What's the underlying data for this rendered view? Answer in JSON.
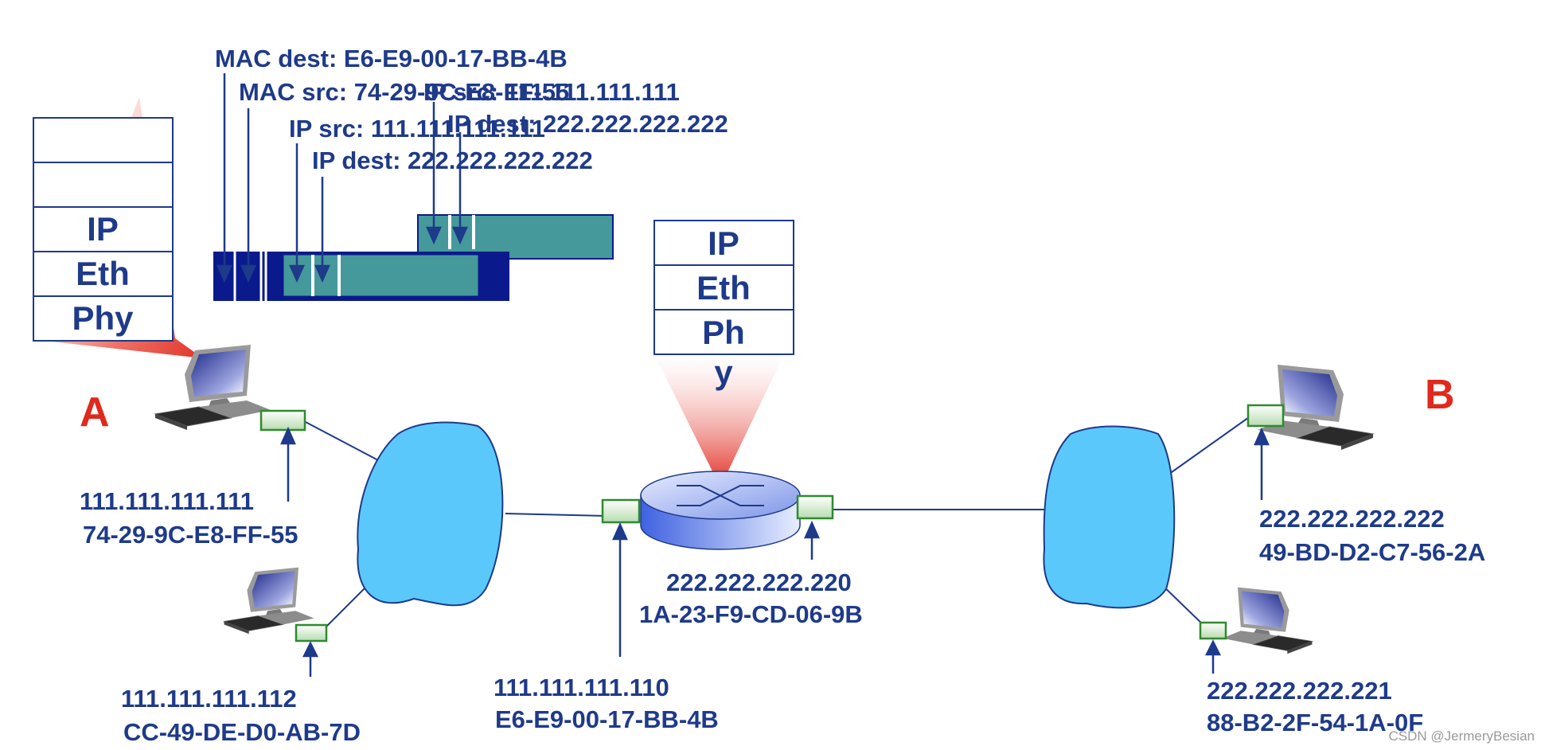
{
  "header_labels": {
    "mac_dest": "MAC dest: E6-E9-00-17-BB-4B",
    "mac_src": "MAC src: 74-29-9C-E8-FF-55",
    "ip_src_outer": "IP src: 111.111.111.111",
    "ip_dest_outer": "IP dest: 222.222.222.222",
    "ip_src_inner": "IP src: 111.111.111.111",
    "ip_dest_inner": "IP dest: 222.222.222.222"
  },
  "host_a_stack": {
    "layers": [
      "",
      "",
      "IP",
      "Eth",
      "Phy"
    ]
  },
  "router_stack": {
    "layers": [
      "IP",
      "Eth",
      "Ph"
    ],
    "name": "y"
  },
  "nodes": {
    "a": {
      "label": "A",
      "ip": "111.111.111.111",
      "mac": "74-29-9C-E8-FF-55"
    },
    "host_112": {
      "ip": "111.111.111.112",
      "mac": "CC-49-DE-D0-AB-7D"
    },
    "router_left": {
      "ip": "111.111.111.110",
      "mac": "E6-E9-00-17-BB-4B"
    },
    "router_right": {
      "ip": "222.222.222.220",
      "mac": "1A-23-F9-CD-06-9B"
    },
    "b": {
      "label": "B",
      "ip": "222.222.222.222",
      "mac": "49-BD-D2-C7-56-2A"
    },
    "host_221": {
      "ip": "222.222.222.221",
      "mac": "88-B2-2F-54-1A-0F"
    }
  },
  "watermark": "CSDN @JermeryBesian",
  "colors": {
    "label_blue": "#1e3a8a",
    "frame_dark": "#0a1a8c",
    "payload_teal": "#45999a",
    "cloud_blue": "#5ac8fa",
    "highlight_red": "#e0291d",
    "nic_green": "#3aa33a"
  }
}
